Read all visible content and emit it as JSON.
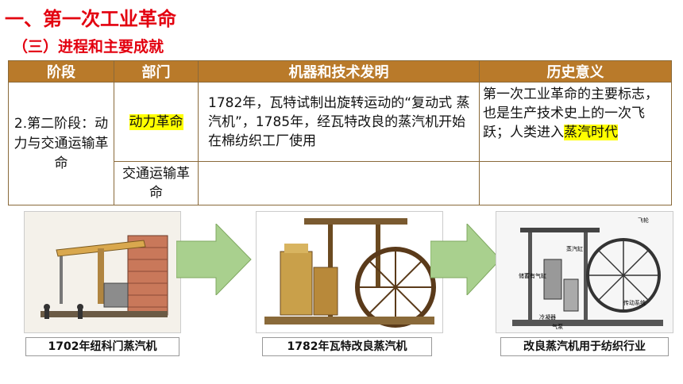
{
  "heading": {
    "title": "一、第一次工业革命",
    "subtitle": "（三）进程和主要成就"
  },
  "table": {
    "headers": [
      "阶段",
      "部门",
      "机器和技术发明",
      "历史意义"
    ],
    "stage": "2.第二阶段：动力与交通运输革命",
    "row1": {
      "dept": "动力革命",
      "invention": "1782年，瓦特试制出旋转运动的“复动式 蒸汽机”，1785年，经瓦特改良的蒸汽机开始在棉纺织工厂使用",
      "significance_pre": "第一次工业革命的主要标志，也是生产技术史上的一次飞跃；人类进入",
      "significance_hl": "蒸汽时代"
    },
    "row2": {
      "dept": "交通运输革命",
      "invention": "",
      "significance": ""
    }
  },
  "images": {
    "left_caption": "1702年纽科门蒸汽机",
    "middle_caption": "1782年瓦特改良蒸汽机",
    "right_caption": "改良蒸汽机用于纺织行业",
    "right_labels": [
      "飞轮",
      "蒸汽缸",
      "储蓄有气缸",
      "冷凝器",
      "传动系统",
      "气泵"
    ]
  },
  "colors": {
    "title_red": "#e3000f",
    "header_brown": "#b97a2a",
    "highlight_yellow": "#ffff00",
    "arrow_green": "#a9d08e"
  }
}
